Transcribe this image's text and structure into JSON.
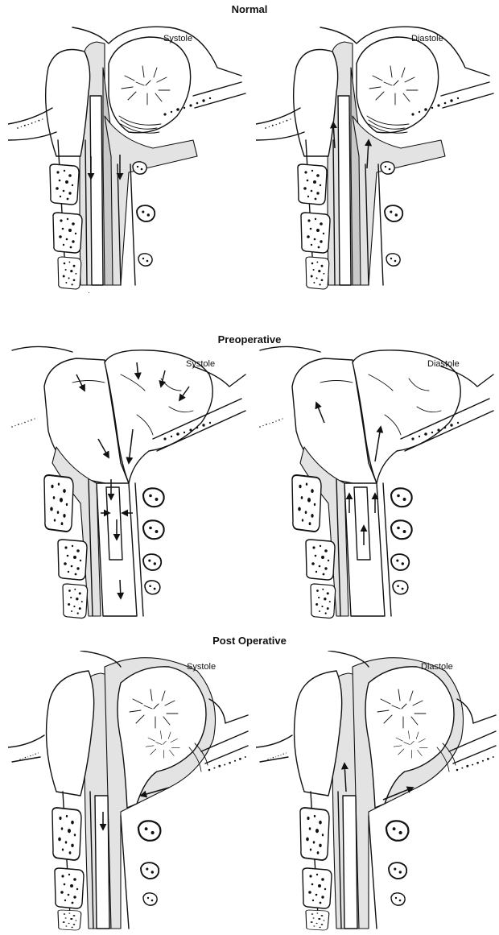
{
  "sections": [
    {
      "title": "Normal",
      "left_phase": "Systole",
      "right_phase": "Diastole"
    },
    {
      "title": "Preoperative",
      "left_phase": "Systole",
      "right_phase": "Diastole"
    },
    {
      "title": "Post Operative",
      "left_phase": "Systole",
      "right_phase": "Diastole"
    }
  ]
}
